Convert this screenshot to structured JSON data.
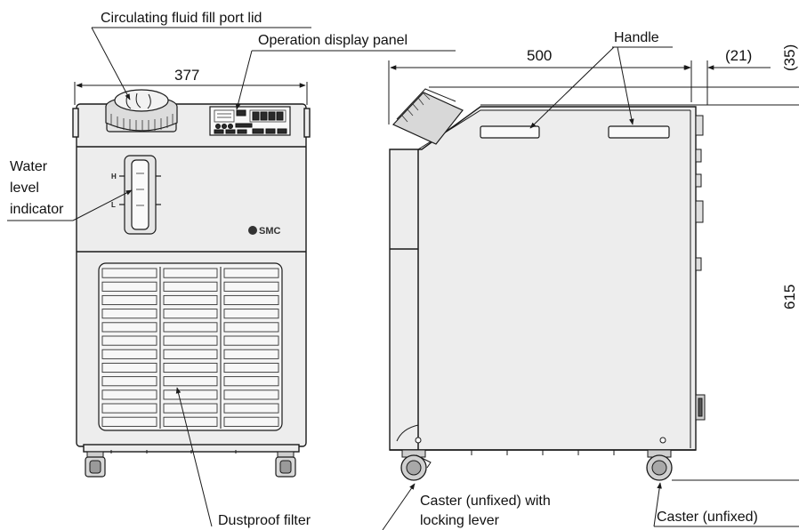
{
  "labels": {
    "fill_port_lid": "Circulating fluid fill port lid",
    "operation_panel": "Operation display panel",
    "handle": "Handle",
    "water_level_1": "Water",
    "water_level_2": "level",
    "water_level_3": "indicator",
    "dustproof_filter": "Dustproof filter",
    "caster_locking_1": "Caster (unfixed) with",
    "caster_locking_2": "locking lever",
    "caster_unfixed": "Caster (unfixed)"
  },
  "dimensions": {
    "front_width": "377",
    "side_depth": "500",
    "side_offset": "(21)",
    "top_offset": "(35)",
    "height": "615"
  },
  "indicator_marks": {
    "high": "H",
    "low": "L"
  },
  "logo": "SMC"
}
